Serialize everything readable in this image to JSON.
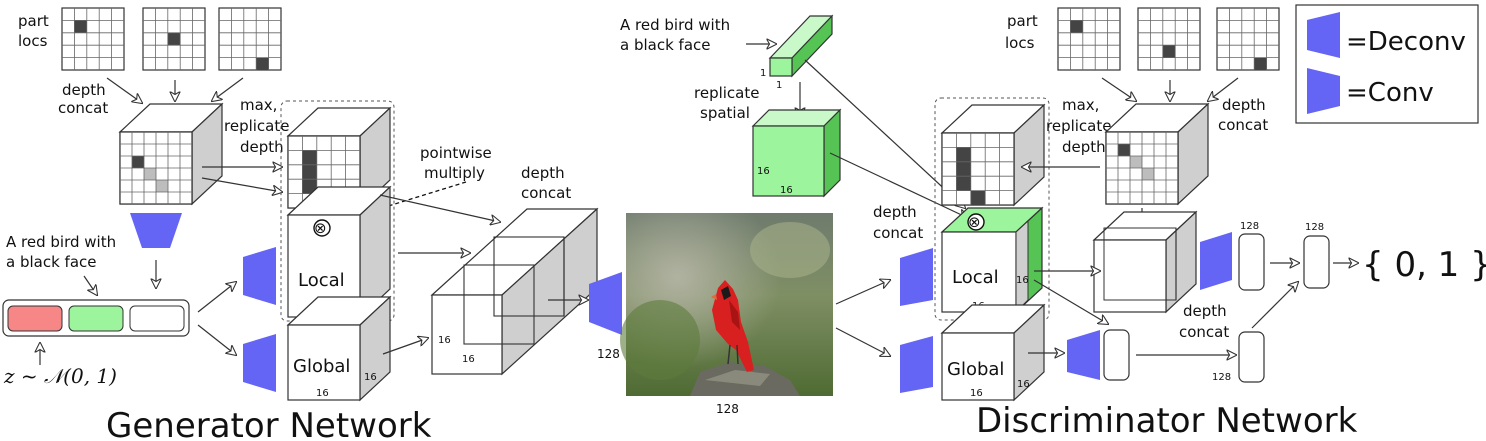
{
  "colors": {
    "conv_blue": "#6464f5",
    "green": "#9cf59c",
    "green_dark": "#55c455",
    "text_seg_red": "#f78787",
    "text_seg_green": "#9cf59c",
    "cell_dark": "#444444",
    "cell_gray": "#bdbdbd"
  },
  "generator": {
    "title": "Generator Network",
    "part_locs_label": "part\nlocs",
    "depth_concat_left": "depth\nconcat",
    "max_replicate_label": "max,\nreplicate\ndepth",
    "pointwise_label": "pointwise\nmultiply",
    "depth_concat_right": "depth\nconcat",
    "caption": "A red bird with\na black face",
    "noise_label": "z ~ 𝒩(0, 1)",
    "local_label": "Local",
    "global_label": "Global",
    "dim_16": "16",
    "dim_128": "128",
    "multiply_symbol": "⊗"
  },
  "discriminator": {
    "title": "Discriminator Network",
    "caption": "A red bird with\na black face",
    "replicate_label": "replicate\nspatial",
    "part_locs_label": "part\nlocs",
    "max_replicate_label": "max,\nreplicate\ndepth",
    "depth_concat_right": "depth\nconcat",
    "depth_concat_left": "depth\nconcat",
    "depth_concat_bottom": "depth\nconcat",
    "local_label": "Local",
    "global_label": "Global",
    "output_label": "{ 0, 1 }",
    "dim_16": "16",
    "dim_128": "128",
    "dim_1": "1",
    "multiply_symbol": "⊗"
  },
  "image": {
    "size_label": "128",
    "subject": "red cardinal bird photo"
  },
  "legend": {
    "deconv_label": "=Deconv",
    "conv_label": "=Conv"
  }
}
